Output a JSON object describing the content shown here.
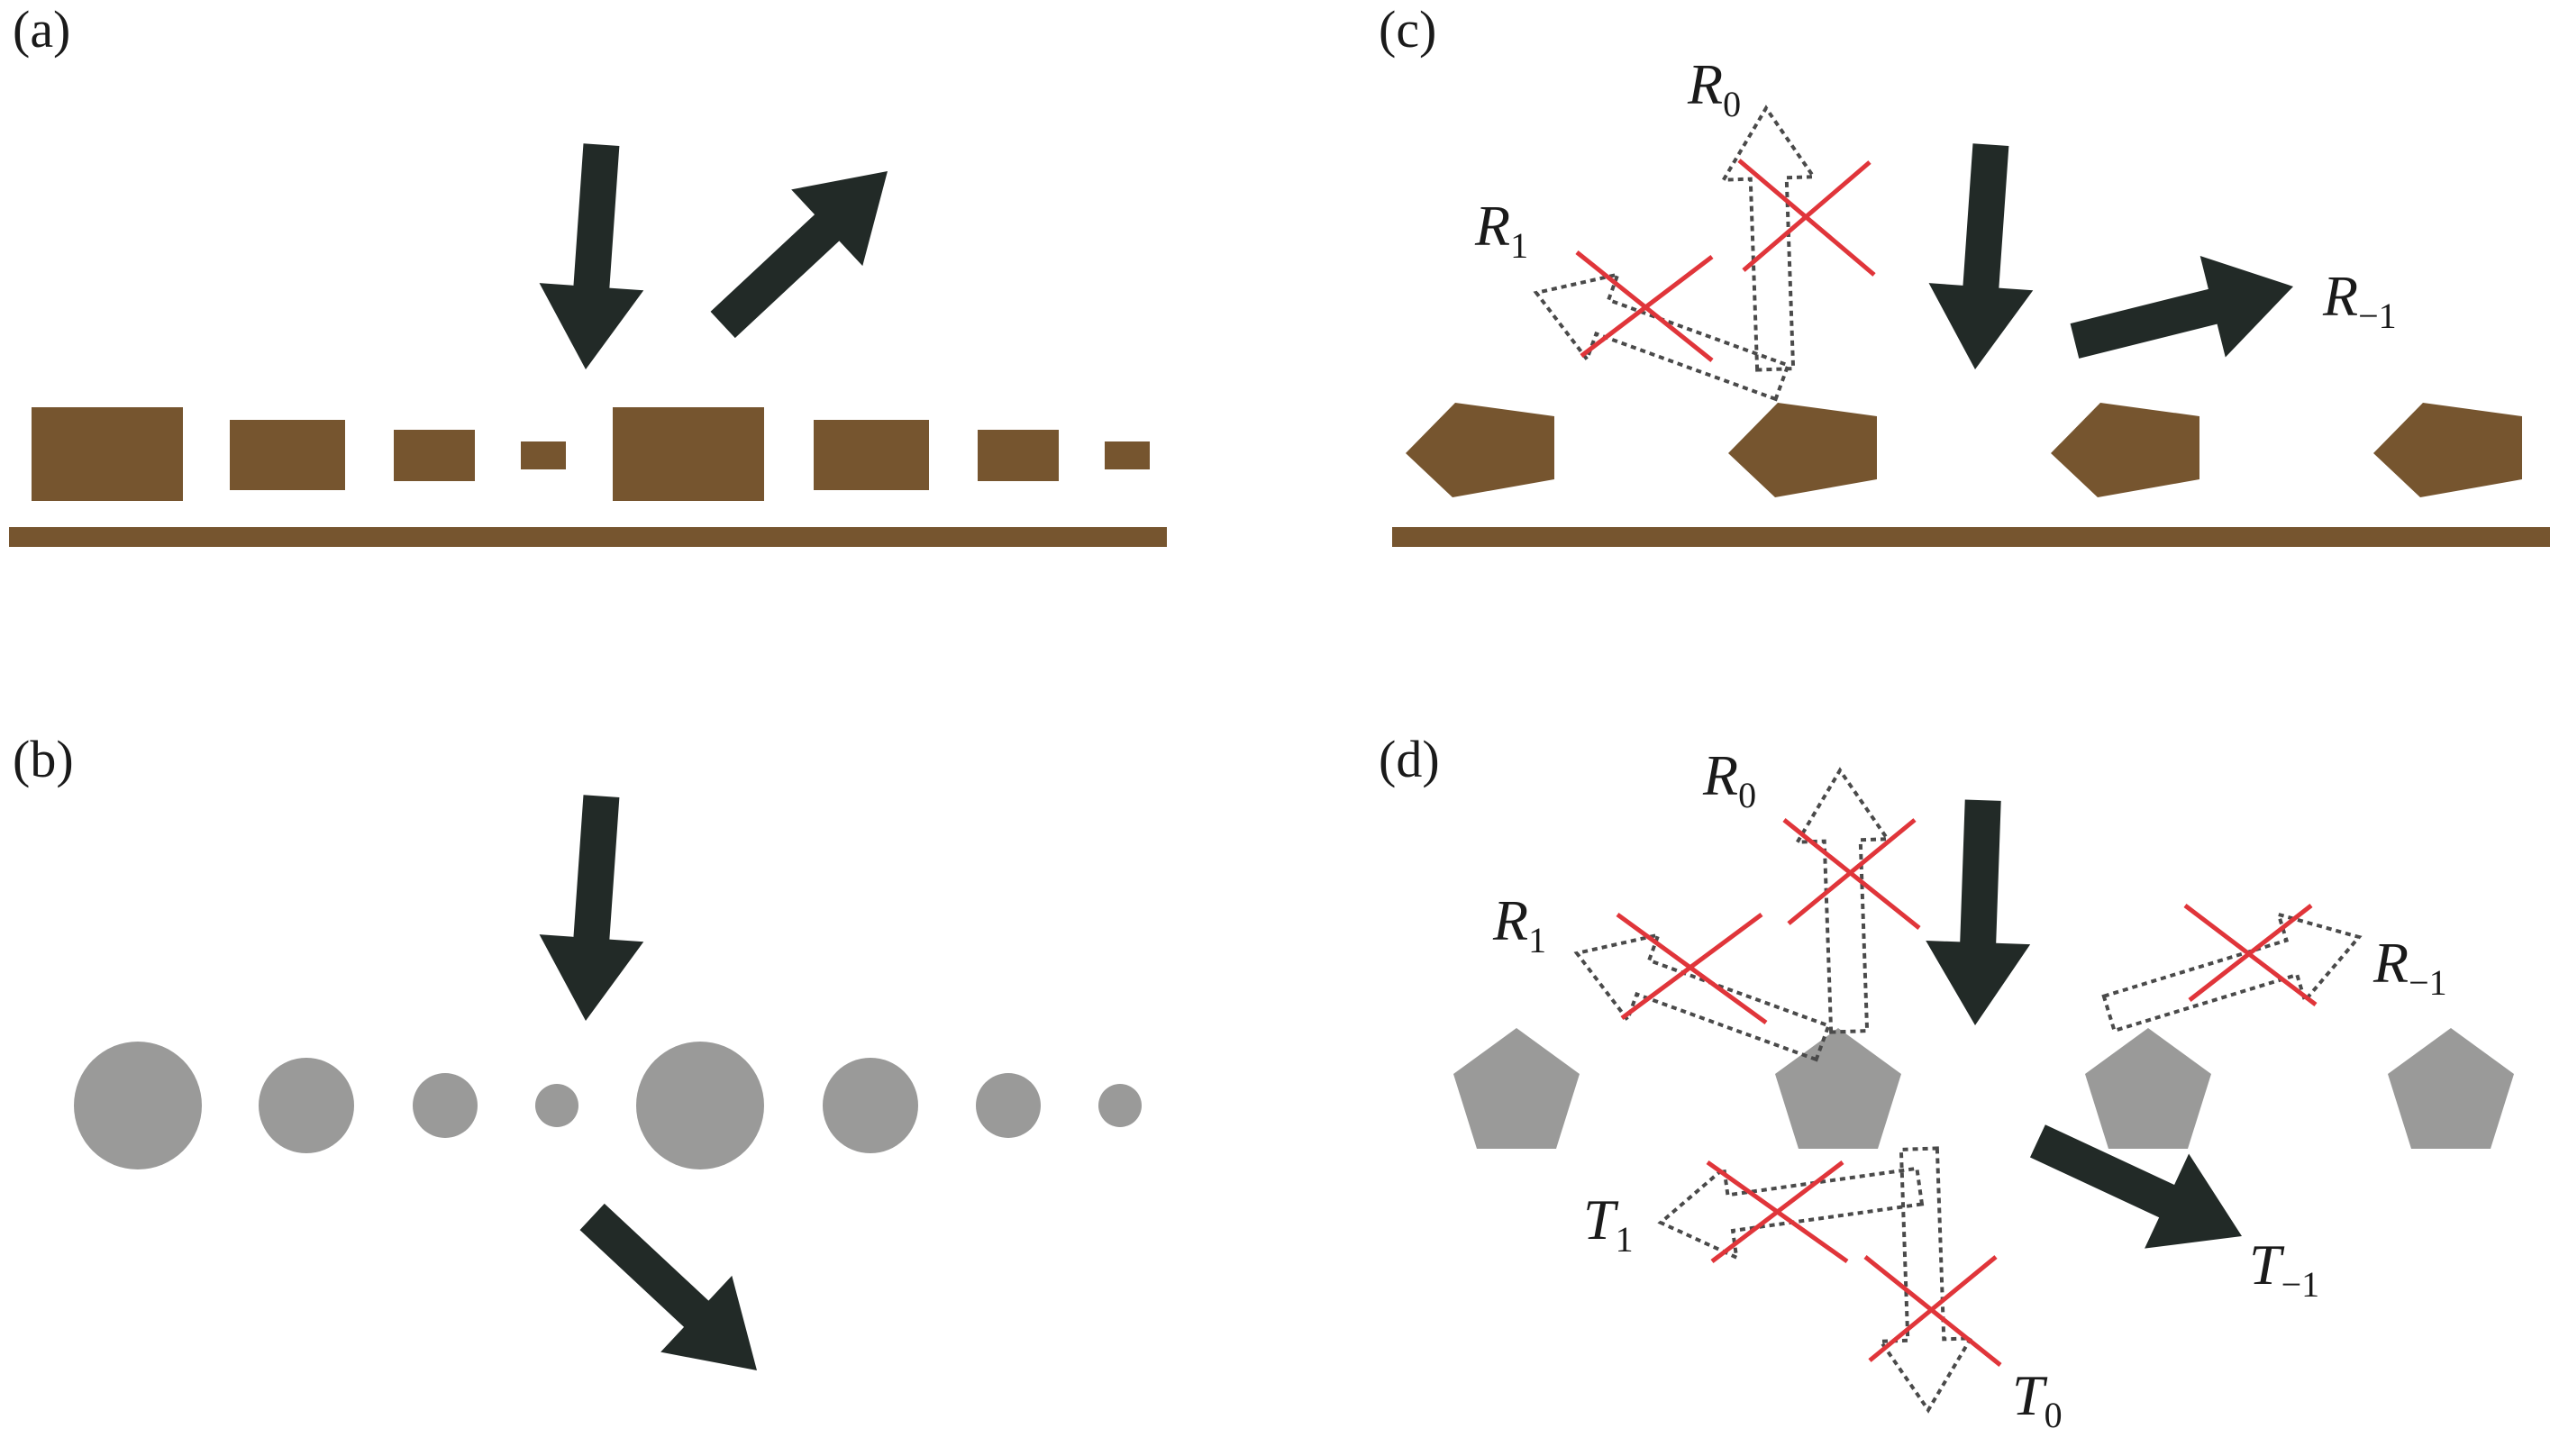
{
  "colors": {
    "brown": "#76552f",
    "gray": "#9a9a99",
    "arrow": "#222a27",
    "cross": "#e0353a",
    "dotted": "#4a4a4a"
  },
  "panels": [
    {
      "id": "a",
      "label": "(a)",
      "elements": [
        "rectangular-grating",
        "incident-arrow",
        "reflected-arrow"
      ]
    },
    {
      "id": "b",
      "label": "(b)",
      "elements": [
        "circle-row",
        "incident-arrow",
        "transmitted-arrow"
      ]
    },
    {
      "id": "c",
      "label": "(c)",
      "orders": [
        {
          "main": "R",
          "sub": "0"
        },
        {
          "main": "R",
          "sub": "1"
        },
        {
          "main": "R",
          "sub": "−1"
        }
      ]
    },
    {
      "id": "d",
      "label": "(d)",
      "orders": [
        {
          "main": "R",
          "sub": "0"
        },
        {
          "main": "R",
          "sub": "1"
        },
        {
          "main": "R",
          "sub": "−1"
        },
        {
          "main": "T",
          "sub": "1"
        },
        {
          "main": "T",
          "sub": "−1"
        },
        {
          "main": "T",
          "sub": "0"
        }
      ]
    }
  ]
}
